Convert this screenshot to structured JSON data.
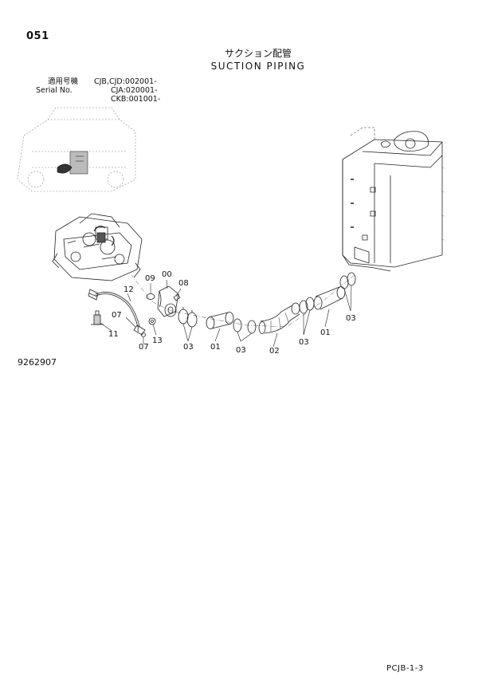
{
  "page": {
    "number": "051",
    "title_jp": "サクション配管",
    "title_en": "SUCTION PIPING",
    "figure_id": "9262907",
    "code": "PCJB-1-3"
  },
  "serial": {
    "label_jp": "適用号機",
    "label_en": "Serial No.",
    "lines": [
      "CJB,CJD:002001-",
      "CJA:020001-",
      "CKB:001001-"
    ]
  },
  "callouts": {
    "c00": "00",
    "c01a": "01",
    "c01b": "01",
    "c02": "02",
    "c03a": "03",
    "c03b": "03",
    "c03c": "03",
    "c03d": "03",
    "c07a": "07",
    "c07b": "07",
    "c08": "08",
    "c09": "09",
    "c11": "11",
    "c12": "12",
    "c13": "13"
  }
}
